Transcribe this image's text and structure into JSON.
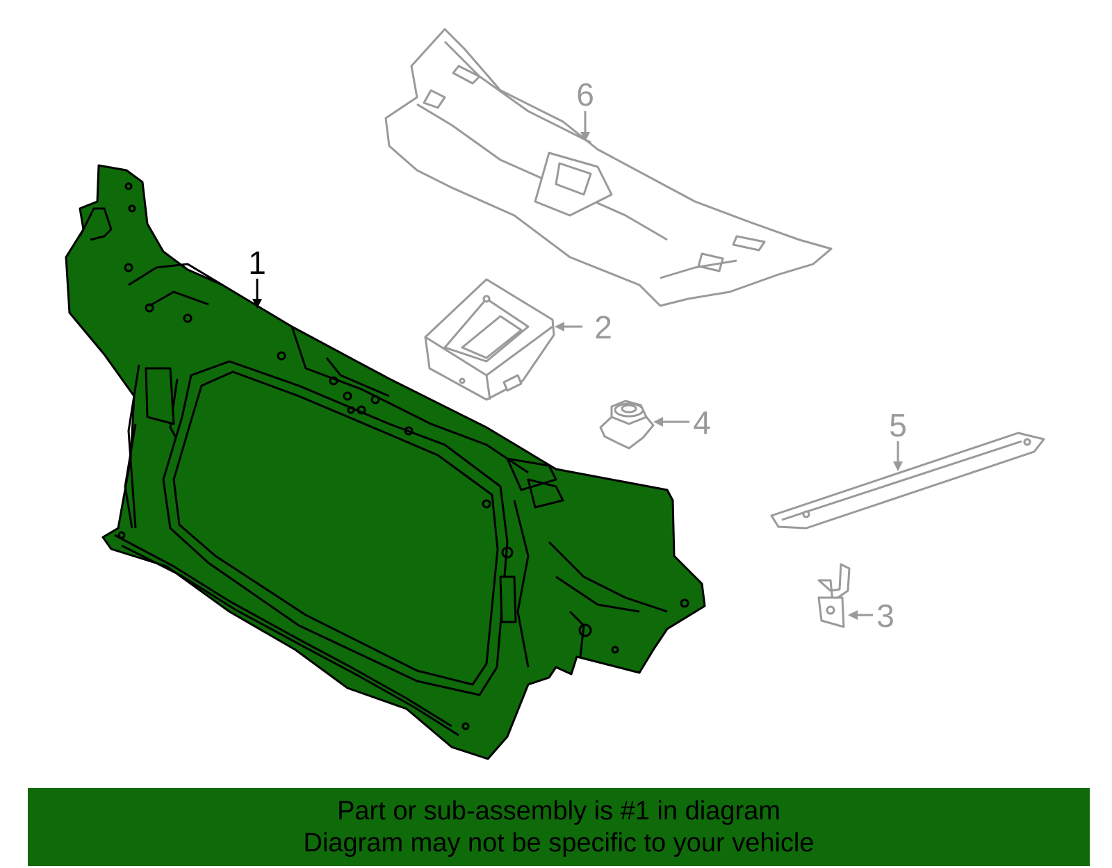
{
  "colors": {
    "highlight_part": "#0f6a0a",
    "other_parts_stroke": "#9a9a9a",
    "banner_bg": "#0f6a0a",
    "banner_text": "#000000"
  },
  "callouts": [
    {
      "id": "1",
      "label": "1"
    },
    {
      "id": "2",
      "label": "2"
    },
    {
      "id": "3",
      "label": "3"
    },
    {
      "id": "4",
      "label": "4"
    },
    {
      "id": "5",
      "label": "5"
    },
    {
      "id": "6",
      "label": "6"
    }
  ],
  "banner": {
    "line1": "Part or sub-assembly is #1 in diagram",
    "line2": "Diagram may not be specific to your vehicle"
  }
}
